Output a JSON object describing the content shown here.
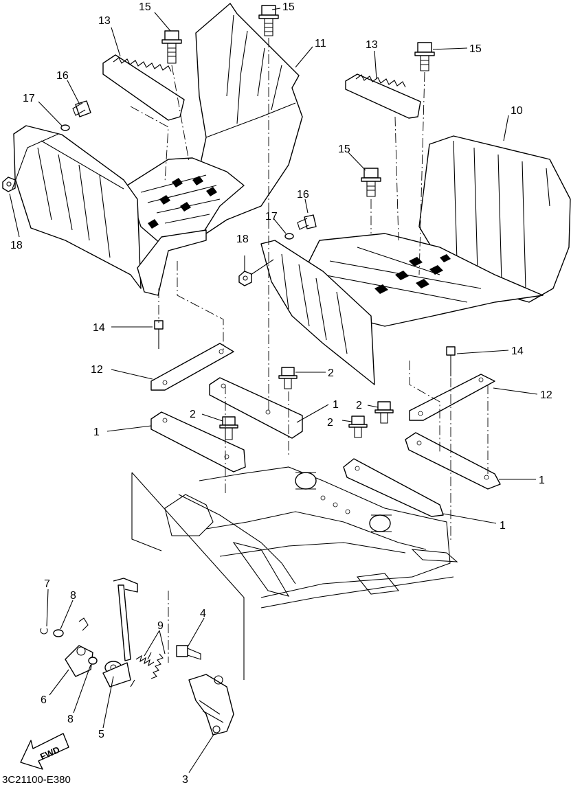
{
  "callouts": {
    "c1a": "1",
    "c1b": "1",
    "c1c": "1",
    "c1d": "1",
    "c2a": "2",
    "c2b": "2",
    "c2c": "2",
    "c2d": "2",
    "c3": "3",
    "c4": "4",
    "c5": "5",
    "c6": "6",
    "c7": "7",
    "c8a": "8",
    "c8b": "8",
    "c9": "9",
    "c10": "10",
    "c11": "11",
    "c12a": "12",
    "c12b": "12",
    "c13a": "13",
    "c13b": "13",
    "c14a": "14",
    "c14b": "14",
    "c15a": "15",
    "c15b": "15",
    "c15c": "15",
    "c15d": "15",
    "c16a": "16",
    "c16b": "16",
    "c17a": "17",
    "c17b": "17",
    "c18a": "18",
    "c18b": "18"
  },
  "fwd_label": "FWD",
  "diagram_code": "3C21100-E380"
}
